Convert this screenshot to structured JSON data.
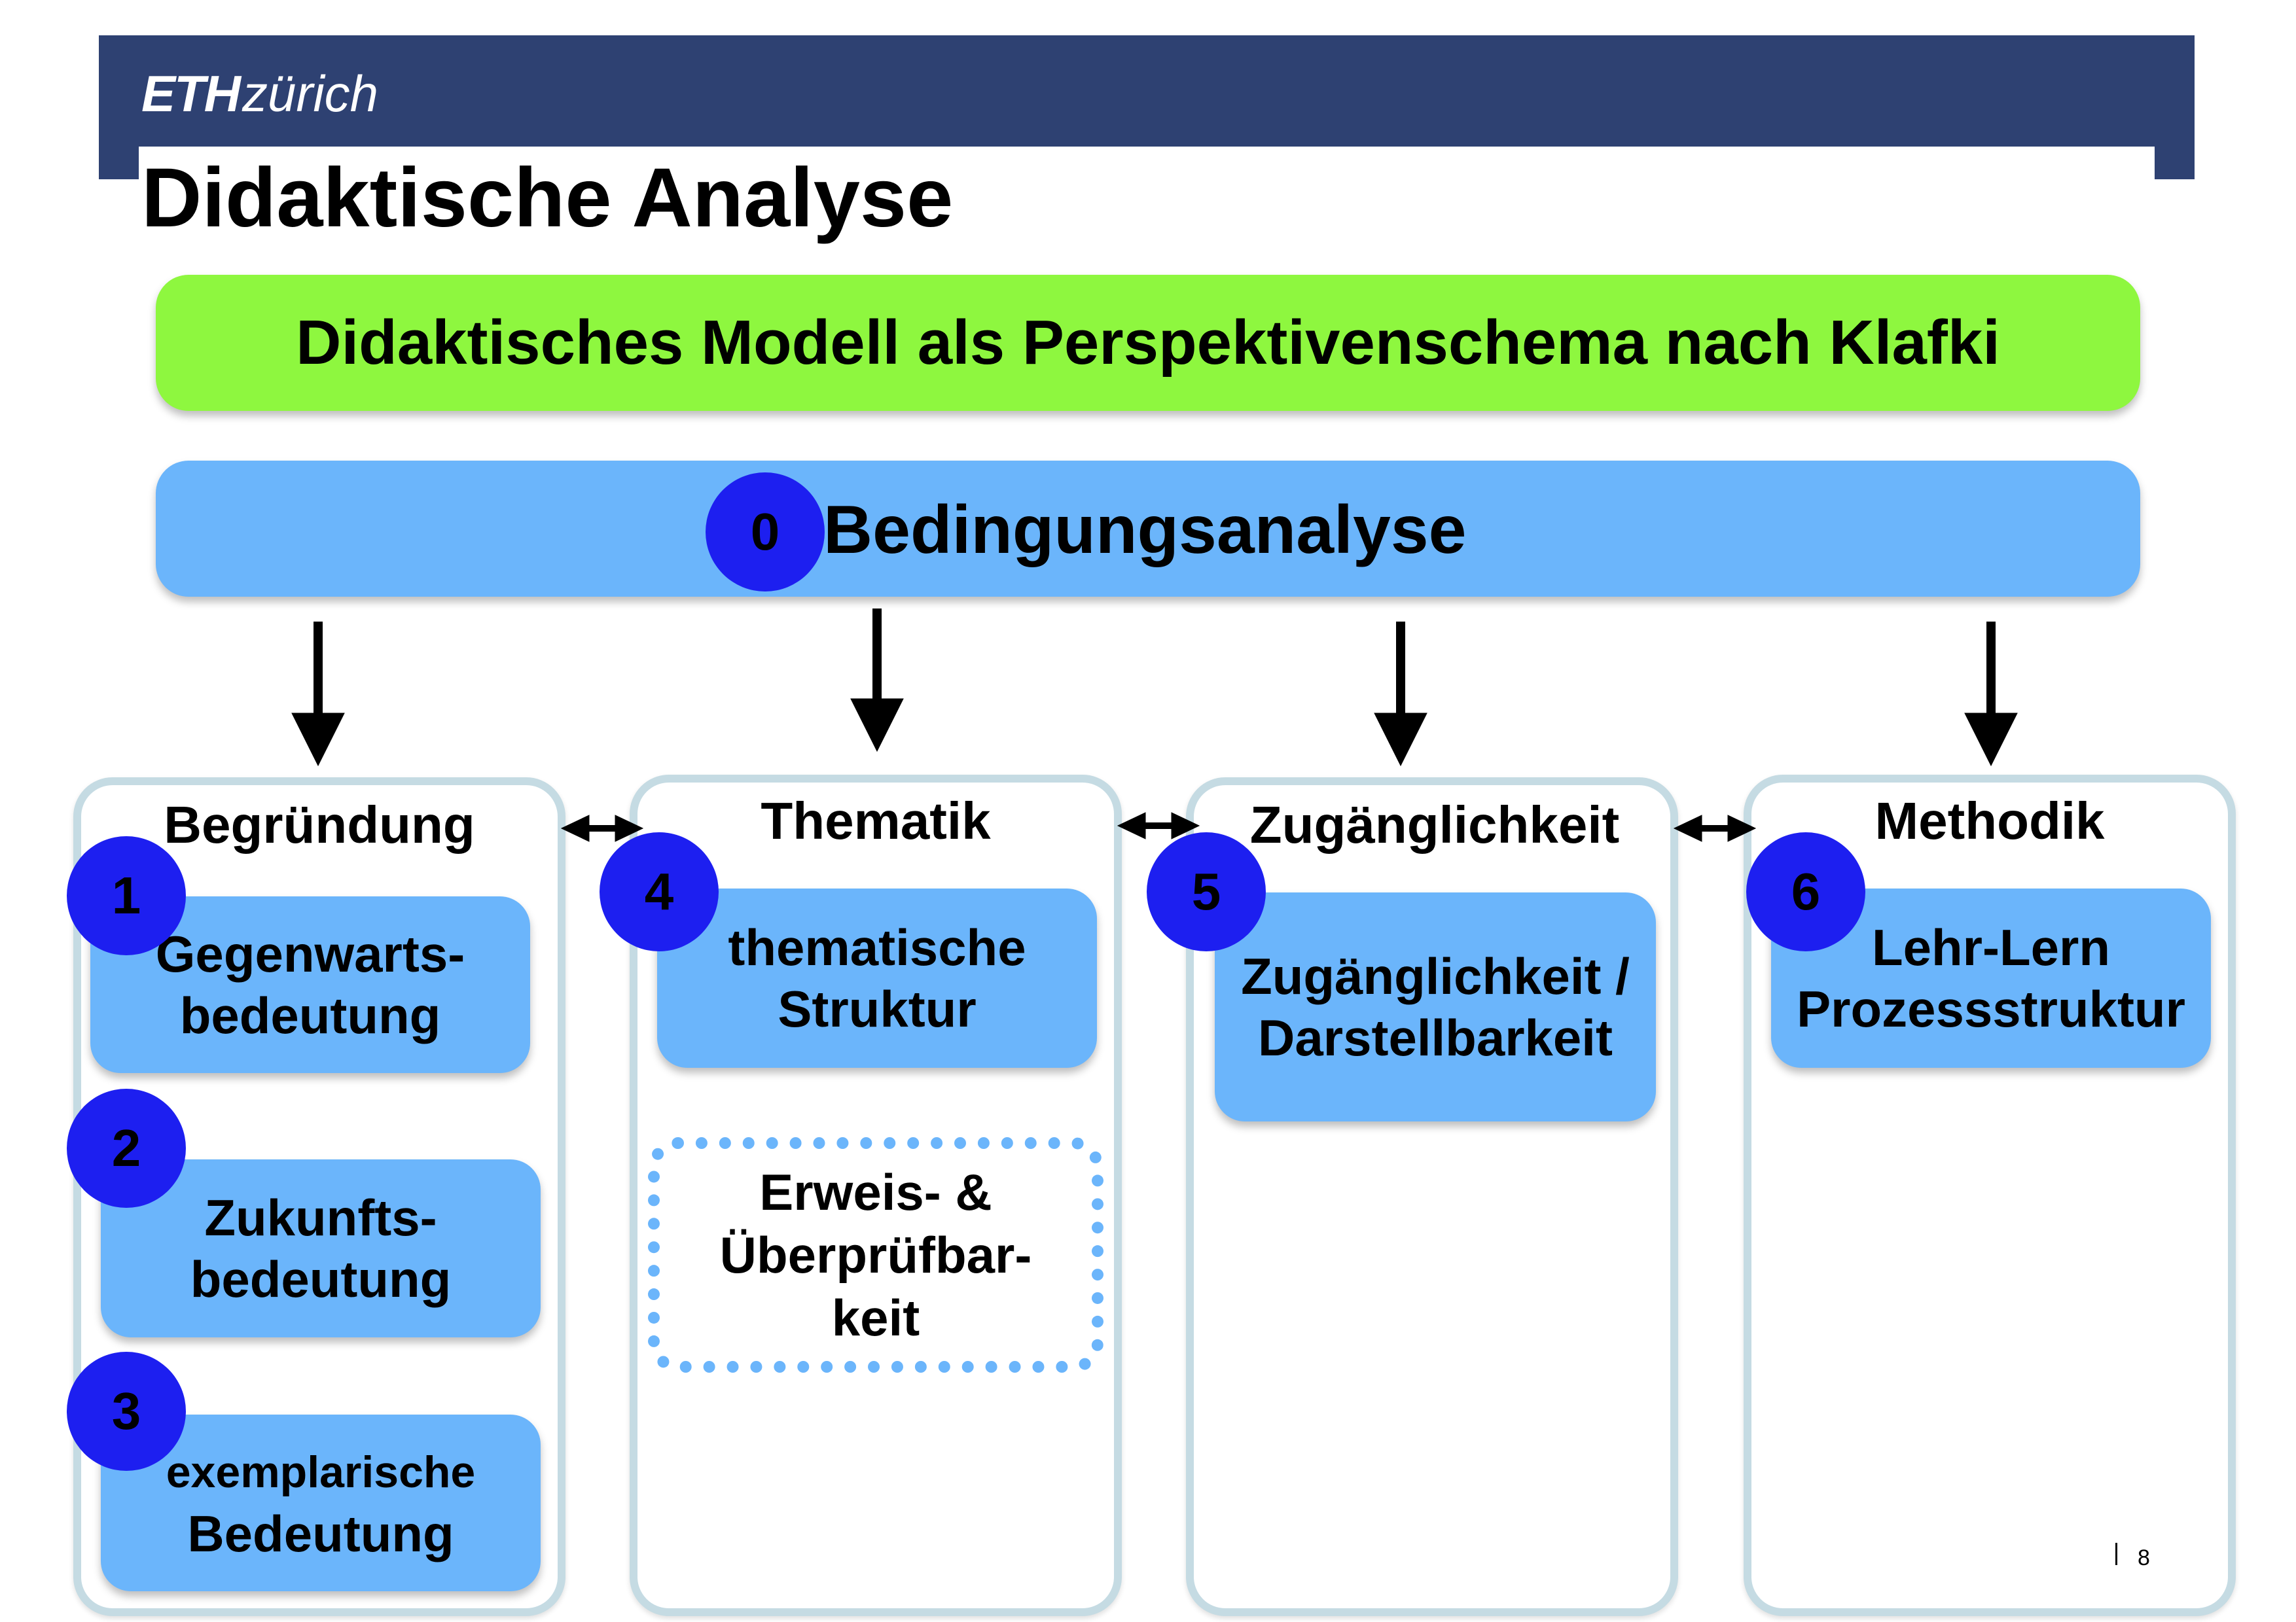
{
  "header": {
    "logo_eth": "ETH",
    "logo_zurich": "zürich",
    "colors": {
      "band": "#2e4172"
    }
  },
  "slide": {
    "title": "Didaktische Analyse",
    "page_number": "8"
  },
  "banner": {
    "text": "Didaktisches Modell als Perspektivenschema nach Klafki",
    "color": "#8ef73f"
  },
  "condition": {
    "number": "0",
    "label": "Bedingungsanalyse",
    "color": "#6bb5fb"
  },
  "columns": [
    {
      "title": "Begründung",
      "boxes": [
        {
          "number": "1",
          "lines": [
            "Gegenwarts-",
            "bedeutung"
          ]
        },
        {
          "number": "2",
          "lines": [
            "Zukunfts-",
            "bedeutung"
          ]
        },
        {
          "number": "3",
          "lines": [
            "exemplarische",
            "Bedeutung"
          ]
        }
      ]
    },
    {
      "title": "Thematik",
      "boxes": [
        {
          "number": "4",
          "lines": [
            "thematische",
            "Struktur"
          ]
        }
      ],
      "dashed_box": {
        "lines": [
          "Erweis- &",
          "Überprüfbar-",
          "keit"
        ]
      }
    },
    {
      "title": "Zugänglichkeit",
      "boxes": [
        {
          "number": "5",
          "lines": [
            "Zugänglichkeit /",
            "Darstellbarkeit"
          ]
        }
      ]
    },
    {
      "title": "Methodik",
      "boxes": [
        {
          "number": "6",
          "lines": [
            "Lehr-Lern",
            "Prozessstruktur"
          ]
        }
      ]
    }
  ],
  "colors": {
    "circle": "#1d1ff0",
    "box": "#6bb5fb",
    "frame": "#c5dbe3"
  }
}
